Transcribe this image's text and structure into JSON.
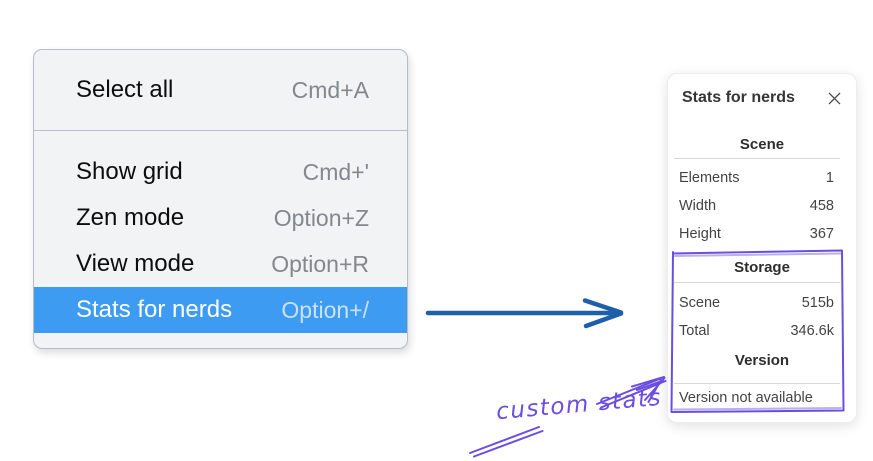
{
  "menu": {
    "items": [
      {
        "label": "Select all",
        "shortcut": "Cmd+A",
        "selected": false
      },
      {
        "label": "Show grid",
        "shortcut": "Cmd+'",
        "selected": false
      },
      {
        "label": "Zen mode",
        "shortcut": "Option+Z",
        "selected": false
      },
      {
        "label": "View mode",
        "shortcut": "Option+R",
        "selected": false
      },
      {
        "label": "Stats for nerds",
        "shortcut": "Option+/",
        "selected": true
      }
    ],
    "selected_item": "Stats for nerds"
  },
  "stats_panel": {
    "title": "Stats for nerds",
    "close_icon": "✕",
    "sections": [
      {
        "heading": "Scene",
        "rows": [
          {
            "label": "Elements",
            "value": "1"
          },
          {
            "label": "Width",
            "value": "458"
          },
          {
            "label": "Height",
            "value": "367"
          }
        ]
      },
      {
        "heading": "Storage",
        "rows": [
          {
            "label": "Scene",
            "value": "515b"
          },
          {
            "label": "Total",
            "value": "346.6k"
          }
        ]
      },
      {
        "heading": "Version",
        "note": "Version not available"
      }
    ]
  },
  "annotation": {
    "label": "custom stats"
  },
  "colors": {
    "menu_highlight": "#3d9bf2",
    "flow_arrow_blue": "#1e5fa9",
    "annotation_purple": "#6b4de0"
  }
}
